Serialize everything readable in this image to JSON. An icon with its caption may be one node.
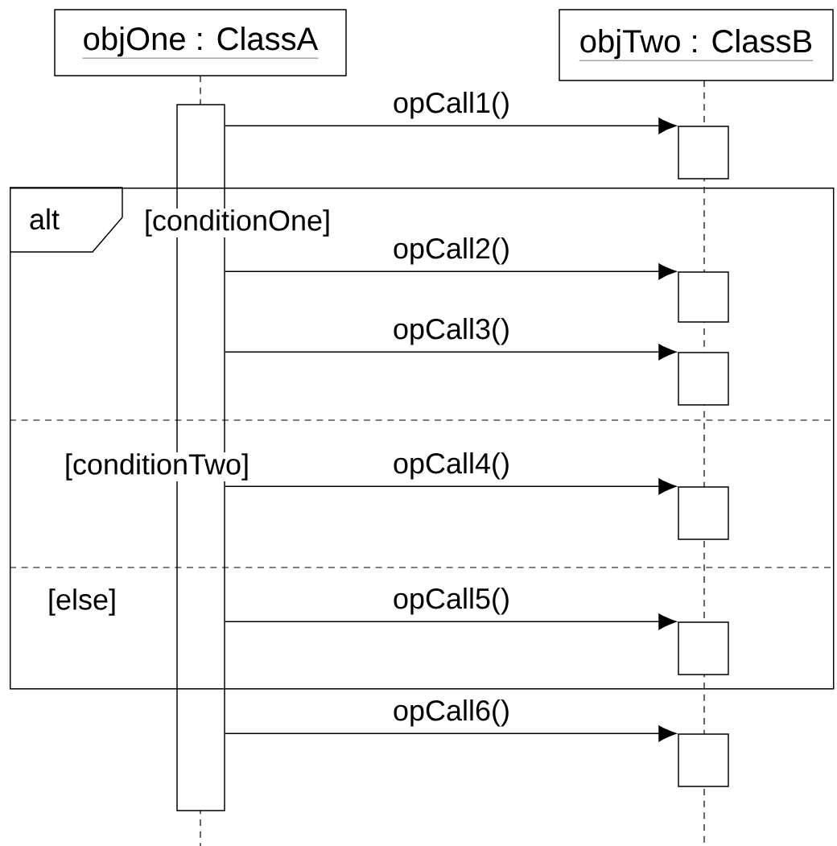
{
  "diagram": {
    "nodes": [
      {
        "text": [
          "objOne : ClassA"
        ]
      },
      {
        "text": [
          "objTwo : ClassB"
        ]
      },
      {
        "text": [],
        "shape": "box"
      },
      {
        "text": [],
        "shape": "box"
      },
      {
        "text": [
          "alt",
          "[conditionOne]",
          "[conditionTwo]",
          "[else]"
        ]
      },
      {
        "text": [],
        "shape": "box",
        "in": 4
      },
      {
        "text": [],
        "shape": "box",
        "in": 4
      },
      {
        "text": [],
        "shape": "box",
        "in": 4
      },
      {
        "text": [],
        "shape": "box",
        "in": 4
      },
      {
        "text": [],
        "shape": "box"
      }
    ],
    "edges": [
      {
        "from": 2,
        "to": 3,
        "arrow": "to",
        "label": "opCall1()"
      },
      {
        "from": 2,
        "to": 5,
        "arrow": "to",
        "label": "opCall2()"
      },
      {
        "from": 2,
        "to": 6,
        "arrow": "to",
        "label": "opCall3()"
      },
      {
        "from": 2,
        "to": 7,
        "arrow": "to",
        "label": "opCall4()"
      },
      {
        "from": 2,
        "to": 8,
        "arrow": "to",
        "label": "opCall5()"
      },
      {
        "from": 2,
        "to": 9,
        "arrow": "to",
        "label": "opCall6()"
      }
    ]
  }
}
